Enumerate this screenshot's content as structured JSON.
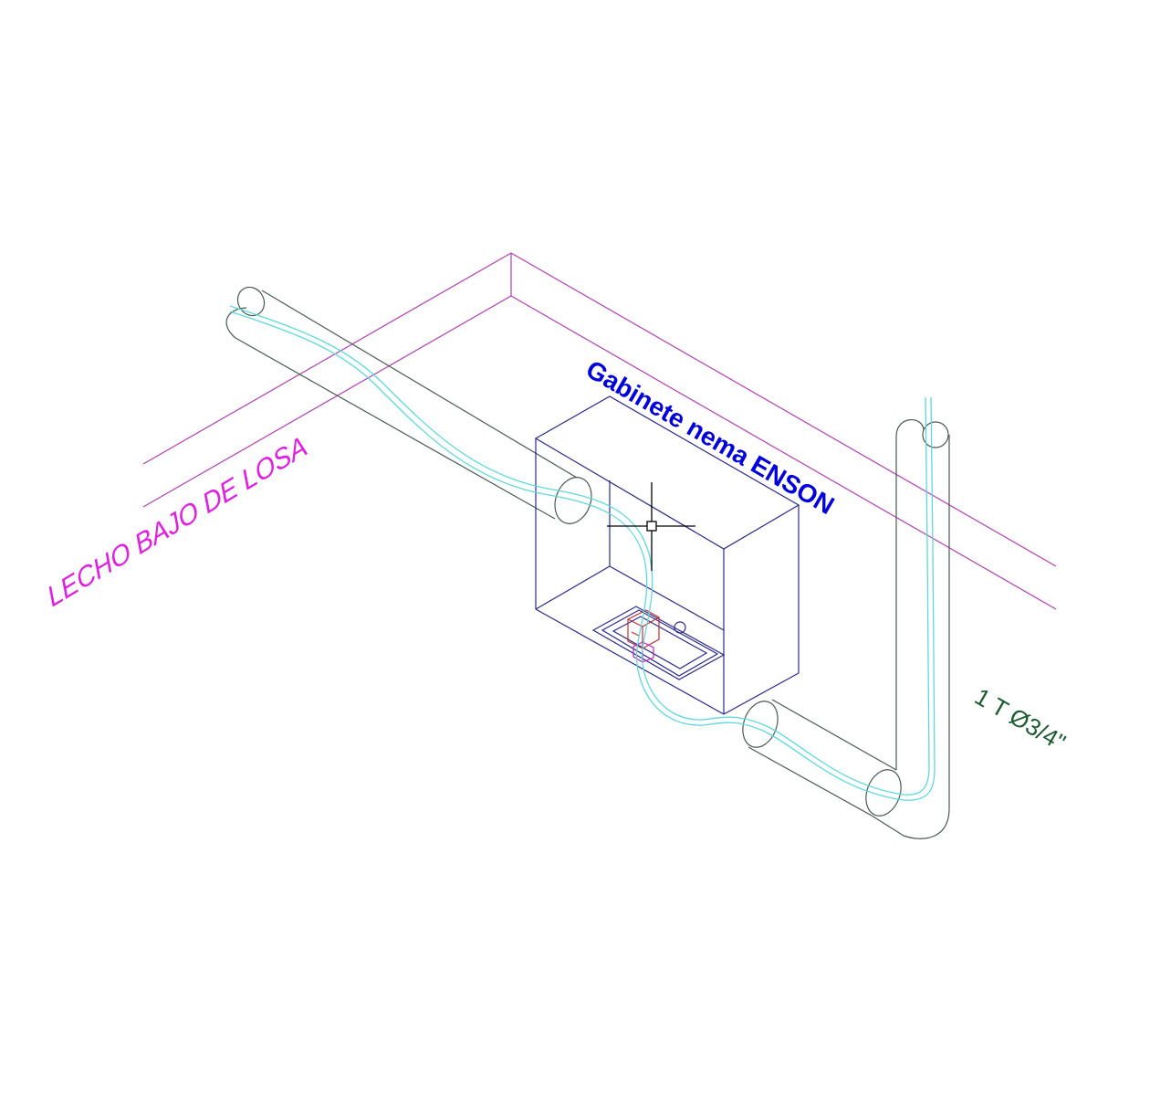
{
  "drawing": {
    "type": "isometric electrical installation detail",
    "background": "#ffffff"
  },
  "labels": {
    "slab": "LECHO BAJO DE LOSA",
    "cabinet": "Gabinete nema ENSON",
    "conduit": "1 T Ø3/4\""
  },
  "colors": {
    "slab_lines": "#b040b0",
    "slab_label": "#e020e0",
    "cabinet": "#2a2a8a",
    "cabinet_label": "#0000dd",
    "conduit": "#4a5a52",
    "cable": "#5fd8dc",
    "device": "#c03030",
    "device_base": "#c020c0",
    "conduit_label": "#1e5a32",
    "cursor": "#000000"
  },
  "elements": {
    "cursor": "crosshair-cursor",
    "cabinet": "nema-cabinet",
    "device": "electrical-device",
    "conduit_left": "conduit-left",
    "conduit_right": "conduit-right",
    "conduit_riser": "conduit-riser",
    "cable": "cable"
  }
}
